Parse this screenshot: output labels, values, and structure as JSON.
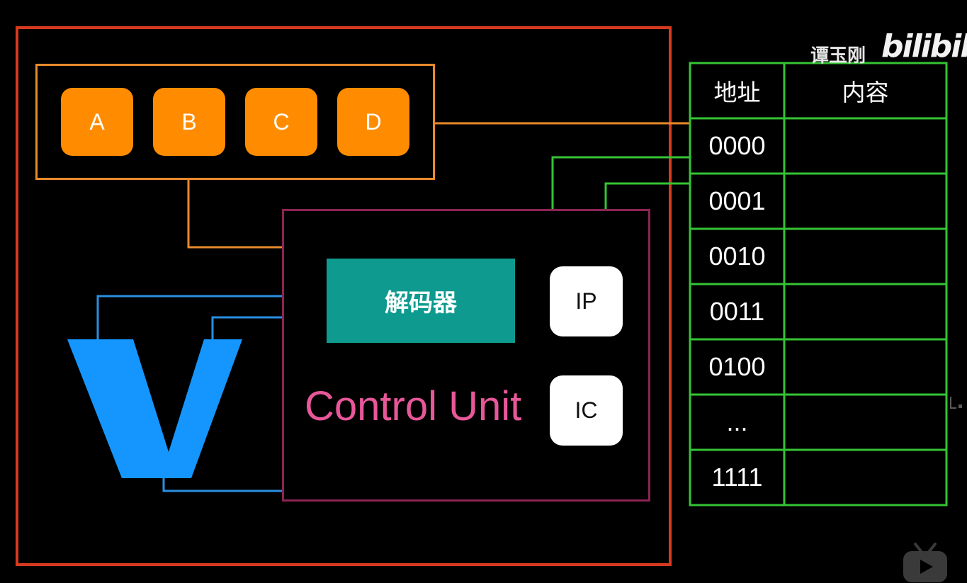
{
  "registers": [
    "A",
    "B",
    "C",
    "D"
  ],
  "decoder_label": "解码器",
  "chips": {
    "ip": "IP",
    "ic": "IC"
  },
  "control_unit_label": "Control Unit",
  "alu_symbol": "V",
  "memory": {
    "header_address": "地址",
    "header_content": "内容",
    "rows": [
      "0000",
      "0001",
      "0010",
      "0011",
      "0100",
      "...",
      "1111"
    ]
  },
  "watermark": {
    "author": "谭玉刚",
    "logo": "bilibili"
  },
  "colors": {
    "cpu_border": "#d63a1e",
    "register_border": "#e98a2b",
    "register_fill": "#ff8c00",
    "control_unit_border": "#8a2452",
    "control_unit_text": "#e8579a",
    "decoder_fill": "#0e9a8e",
    "memory_grid": "#35c435",
    "alu_fill": "#1596ff",
    "alu_wire": "#2a8fe0"
  },
  "icons": [
    "bilibili-tv-icon",
    "corner-mark-icon"
  ]
}
